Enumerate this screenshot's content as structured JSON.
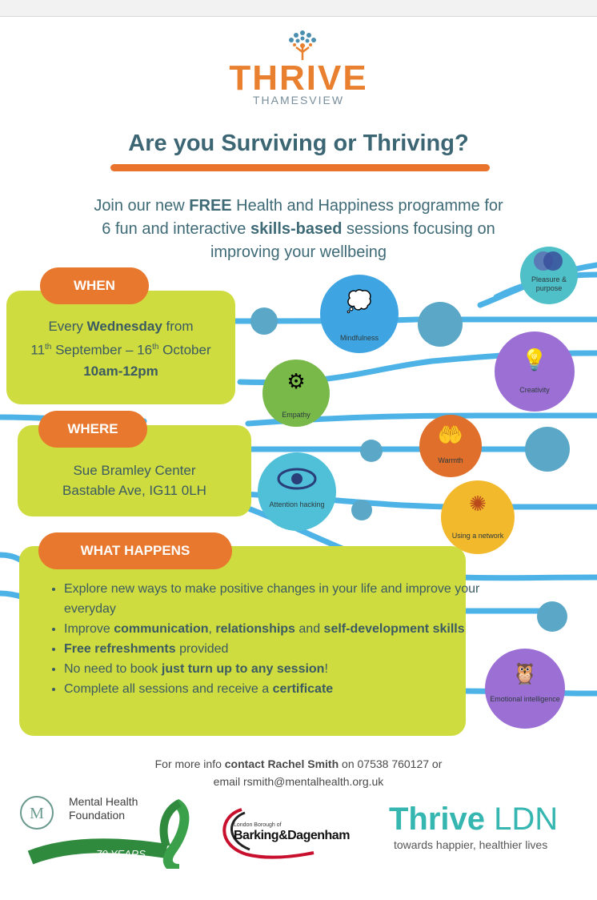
{
  "header": {
    "brand": "THRIVE",
    "brand_sub": "THAMESVIEW",
    "headline": "Are you Surviving or Thriving?"
  },
  "intro": {
    "line1_pre": "Join our new ",
    "line1_bold": "FREE",
    "line1_post": " Health and Happiness programme for",
    "line2_pre": "6 fun and interactive ",
    "line2_bold": "skills-based",
    "line2_post": " sessions focusing on",
    "line3": "improving your wellbeing"
  },
  "when": {
    "label": "WHEN",
    "line1_pre": "Every ",
    "line1_bold": "Wednesday",
    "line1_post": " from",
    "start_day": "11",
    "start_sup": "th",
    "start_month": " September – 16",
    "end_sup": "th",
    "end_month": " October",
    "time": "10am-12pm"
  },
  "where": {
    "label": "WHERE",
    "line1": "Sue Bramley Center",
    "line2": "Bastable Ave, IG11 0LH"
  },
  "what": {
    "label": "WHAT HAPPENS",
    "b1": "Explore new ways to make positive changes in your life and improve your everyday",
    "b2_pre": "Improve ",
    "b2_bold1": "communication",
    "b2_mid1": ", ",
    "b2_bold2": "relationships",
    "b2_mid2": " and ",
    "b2_bold3": "self-development skills",
    "b3_bold": "Free refreshments",
    "b3_post": " provided",
    "b4_pre": "No need to book ",
    "b4_bold": "just turn up to any session",
    "b4_post": "!",
    "b5_pre": "Complete all sessions and receive a ",
    "b5_bold": "certificate"
  },
  "skills": {
    "pleasure": "Pleasure & purpose",
    "mindfulness": "Mindfulness",
    "creativity": "Creativity",
    "empathy": "Empathy",
    "warmth": "Warmth",
    "attention": "Attention hacking",
    "network": "Using a network",
    "emotional": "Emotional intelligence"
  },
  "contact": {
    "line1_pre": "For more info ",
    "line1_bold": "contact Rachel Smith",
    "line1_post": " on 07538 760127 or",
    "line2": "email rsmith@mentalhealth.org.uk"
  },
  "footer": {
    "mhf_line1": "Mental Health",
    "mhf_line2": "Foundation",
    "mhf_years": "70 YEARS",
    "bd_small": "London Borough of",
    "bd_name": "Barking&Dagenham",
    "thrive_bold": "Thrive",
    "thrive_light": "LDN",
    "thrive_tag": "towards happier, healthier lives"
  },
  "colors": {
    "orange": "#e8782d",
    "lime": "#cfdc3f",
    "teal_text": "#3e6a76",
    "line_blue": "#4db3e6"
  }
}
